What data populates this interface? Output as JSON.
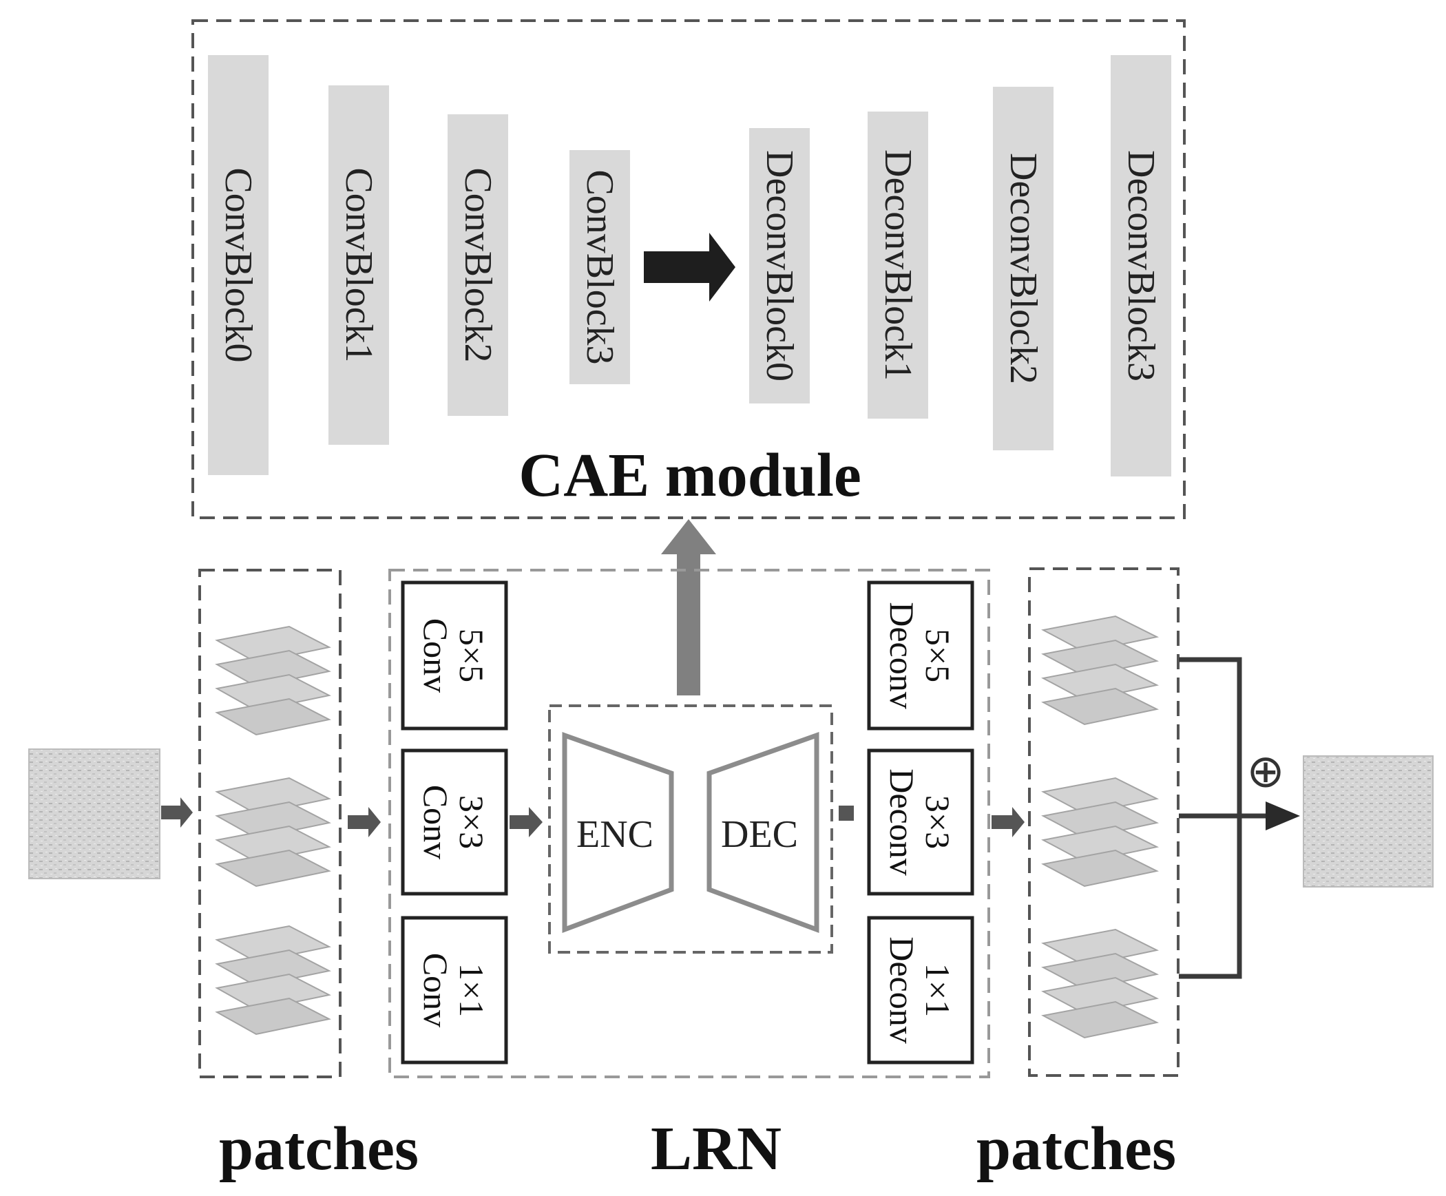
{
  "diagram": {
    "cae_module": {
      "title": "CAE module",
      "encoder_blocks": [
        "ConvBlock0",
        "ConvBlock1",
        "ConvBlock2",
        "ConvBlock3"
      ],
      "decoder_blocks": [
        "DeconvBlock0",
        "DeconvBlock1",
        "DeconvBlock2",
        "DeconvBlock3"
      ]
    },
    "lrn": {
      "label": "LRN",
      "conv_blocks": [
        {
          "size": "5×5",
          "op": "Conv"
        },
        {
          "size": "3×3",
          "op": "Conv"
        },
        {
          "size": "1×1",
          "op": "Conv"
        }
      ],
      "deconv_blocks": [
        {
          "size": "5×5",
          "op": "Deconv"
        },
        {
          "size": "3×3",
          "op": "Deconv"
        },
        {
          "size": "1×1",
          "op": "Deconv"
        }
      ],
      "encoder_label": "ENC",
      "decoder_label": "DEC"
    },
    "left_patches_label": "patches",
    "right_patches_label": "patches",
    "sum_symbol": "⊕",
    "colors": {
      "block_fill": "#d9d9d9",
      "dash": "#555555",
      "arrow_dark": "#222222",
      "arrow_gray": "#808080",
      "trapezoid": "#8c8c8c"
    }
  }
}
